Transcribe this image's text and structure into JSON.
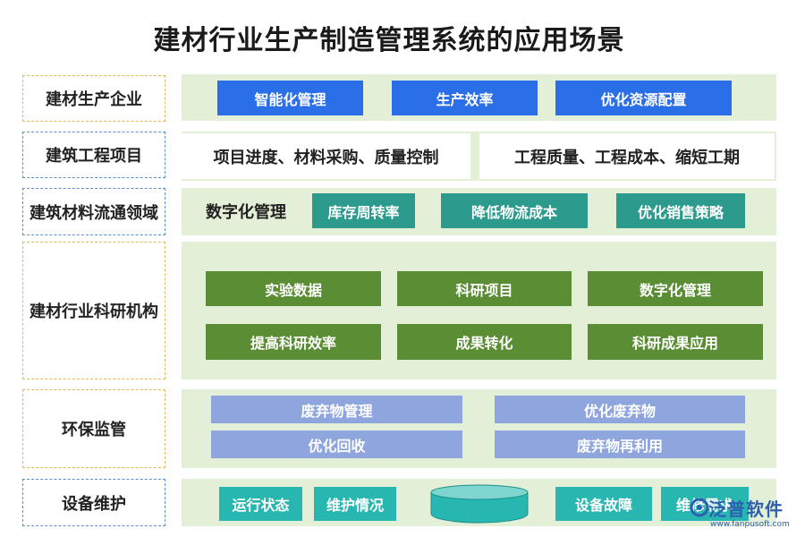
{
  "title": "建材行业生产制造管理系统的应用场景",
  "rows": {
    "production": {
      "label": "建材生产企业",
      "items": [
        "智能化管理",
        "生产效率",
        "优化资源配置"
      ]
    },
    "construction": {
      "label": "建筑工程项目",
      "items": [
        "项目进度、材料采购、质量控制",
        "工程质量、工程成本、缩短工期"
      ]
    },
    "circulation": {
      "label": "建筑材料流通领域",
      "intro": "数字化管理",
      "items": [
        "库存周转率",
        "降低物流成本",
        "优化销售策略"
      ]
    },
    "research": {
      "label": "建材行业科研机构",
      "items": [
        "实验数据",
        "科研项目",
        "数字化管理",
        "提高科研效率",
        "成果转化",
        "科研成果应用"
      ]
    },
    "environment": {
      "label": "环保监管",
      "items": [
        "废弃物管理",
        "优化废弃物",
        "优化回收",
        "废弃物再利用"
      ]
    },
    "equipment": {
      "label": "设备维护",
      "items": [
        "运行状态",
        "维护情况",
        "设备故障",
        "维修需求"
      ]
    }
  },
  "logo": {
    "name": "泛普软件",
    "url": "www.fanpusoft.com"
  },
  "colors": {
    "panel": "#e3efd6",
    "blue": "#2a6ee8",
    "teal": "#2d9a8e",
    "green": "#5b8d34",
    "lavender": "#8ea5de",
    "cyan": "#28b7b0"
  }
}
